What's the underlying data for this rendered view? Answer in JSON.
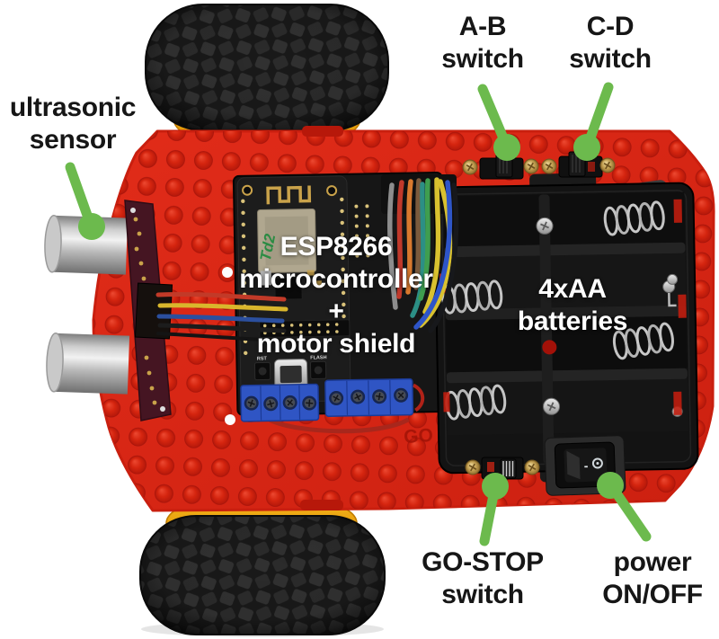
{
  "labels": {
    "ultrasonic": {
      "line1": "ultrasonic",
      "line2": "sensor"
    },
    "ab": {
      "line1": "A-B",
      "line2": "switch"
    },
    "cd": {
      "line1": "C-D",
      "line2": "switch"
    },
    "esp": {
      "line1": "ESP8266",
      "line2": "microcontroller",
      "line3": "+",
      "line4": "motor shield"
    },
    "batteries": {
      "line1": "4xAA",
      "line2": "batteries"
    },
    "gostop": {
      "line1": "GO-STOP",
      "line2": "switch"
    },
    "power": {
      "line1": "power",
      "line2": "ON/OFF"
    }
  },
  "board_text": {
    "rst": "RST",
    "flash": "FLASH",
    "handwritten": "Td2"
  },
  "plate_text": {
    "embossed": "GO"
  },
  "power_switch": {
    "left_mark": "-",
    "right_mark": "o"
  },
  "colors": {
    "arrow_green": "#6cba4d",
    "plate_red": "#d8241c",
    "hub_yellow": "#f2a50c",
    "label_dark": "#161616",
    "label_light": "#ffffff"
  }
}
